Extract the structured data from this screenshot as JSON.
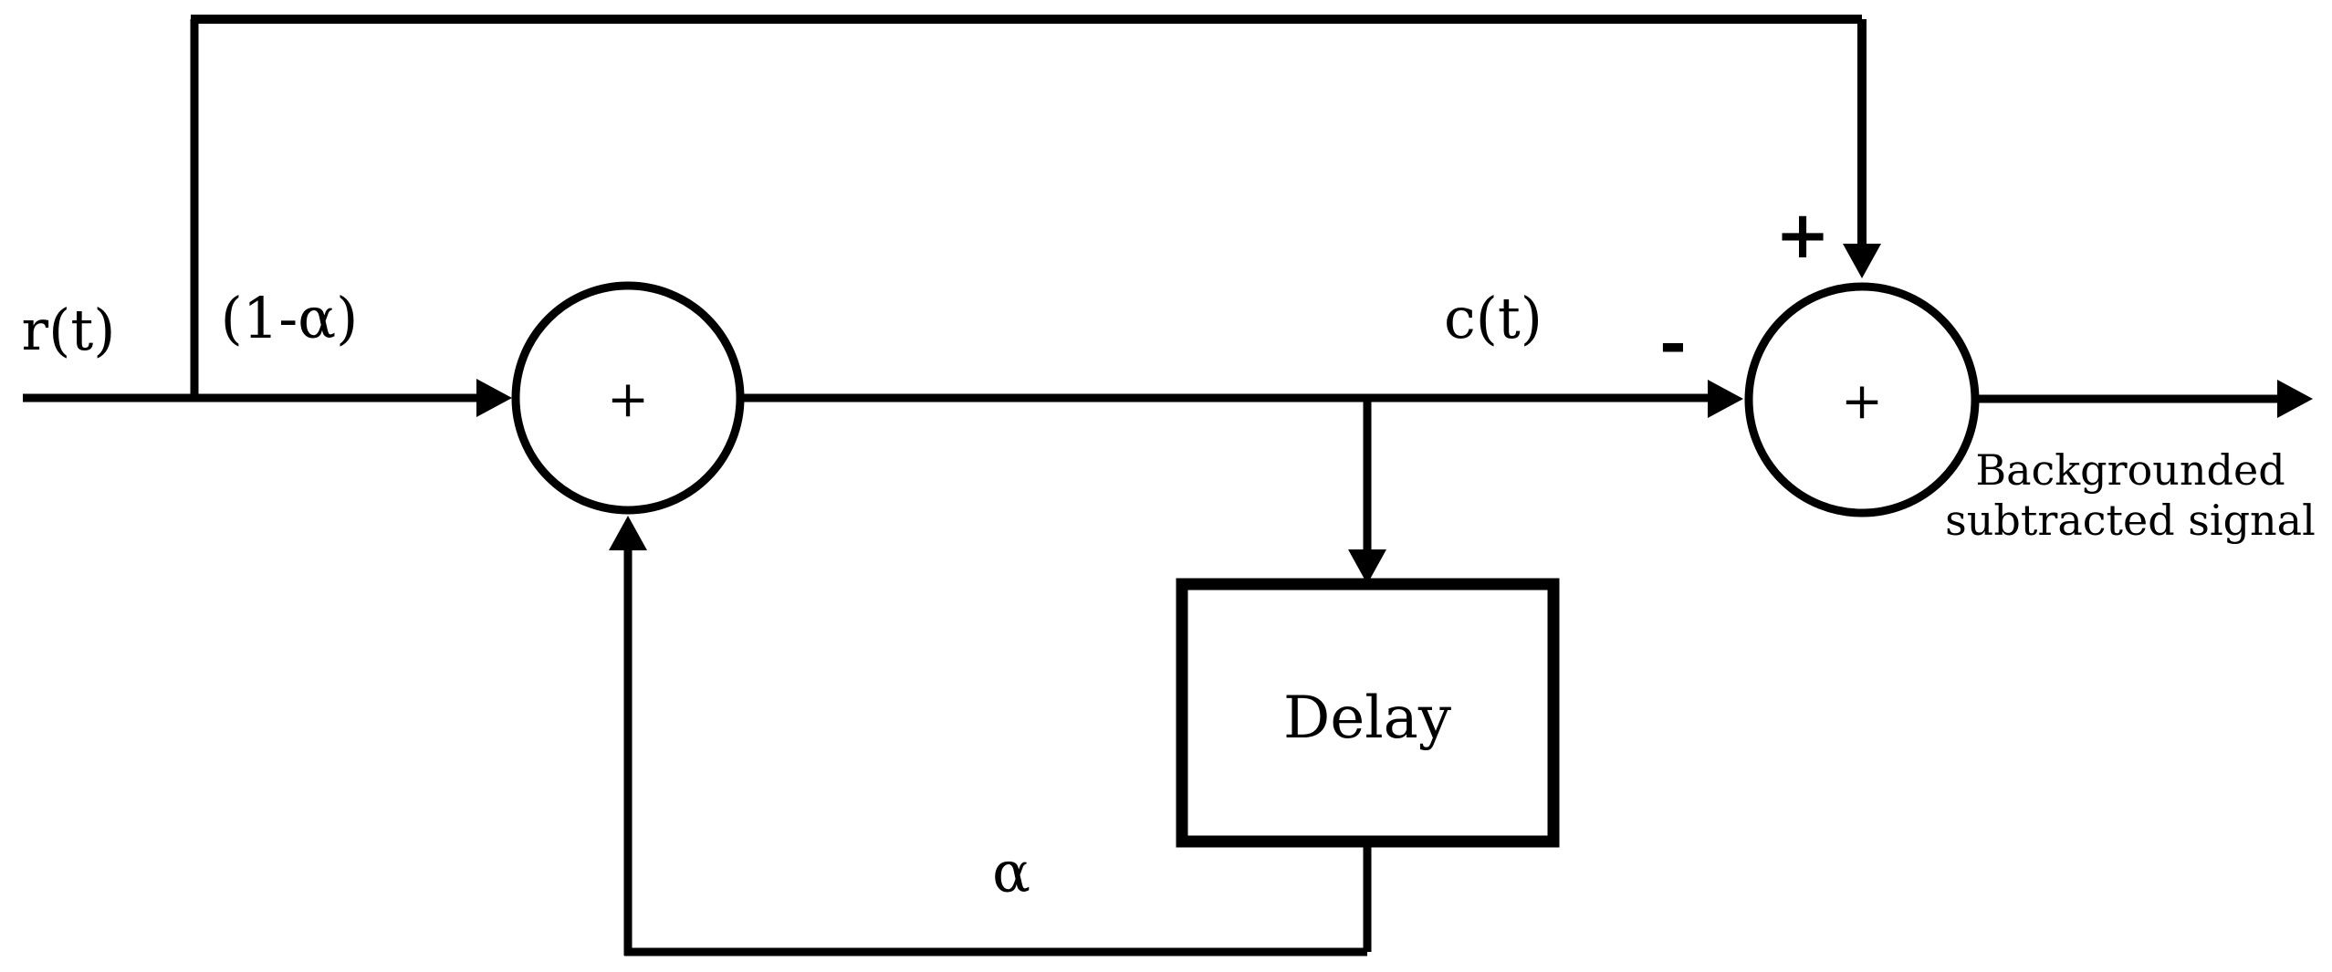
{
  "diagram": {
    "type": "block-diagram",
    "description": "Background subtraction filter signal flow diagram",
    "colors": {
      "stroke": "#000000",
      "background": "#ffffff"
    },
    "input": {
      "label": "r(t)",
      "gain_label": "(1-α)"
    },
    "summer1": {
      "symbol": "+"
    },
    "intermediate_signal": {
      "label": "c(t)"
    },
    "summer2": {
      "symbol": "+",
      "top_input_sign": "+",
      "left_input_sign": "-"
    },
    "delay_block": {
      "label": "Delay"
    },
    "feedback": {
      "gain_label": "α"
    },
    "output": {
      "label_line1": "Backgrounded",
      "label_line2": "subtracted signal"
    }
  }
}
